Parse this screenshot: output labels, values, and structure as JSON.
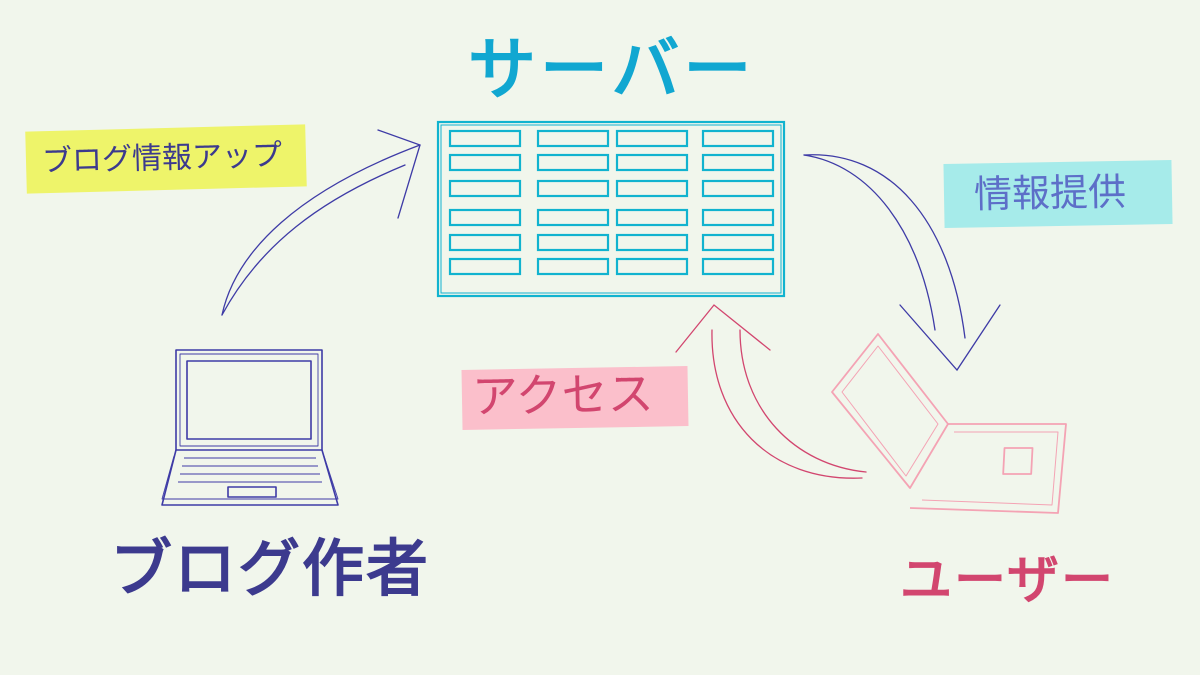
{
  "labels": {
    "server": "サーバー",
    "author": "ブログ作者",
    "user": "ユーザー"
  },
  "tags": {
    "upload": "ブログ情報アップ",
    "provide": "情報提供",
    "access": "アクセス"
  },
  "colors": {
    "background": "#f1f6ec",
    "server": "#11a7d1",
    "author": "#3c3a8e",
    "user": "#d2466f",
    "laptop_author": "#3e3ba6",
    "laptop_user": "#f4a3b4",
    "tag_upload": "#eef46a",
    "tag_provide": "#a6ebea",
    "tag_access": "#fbbfcb"
  }
}
